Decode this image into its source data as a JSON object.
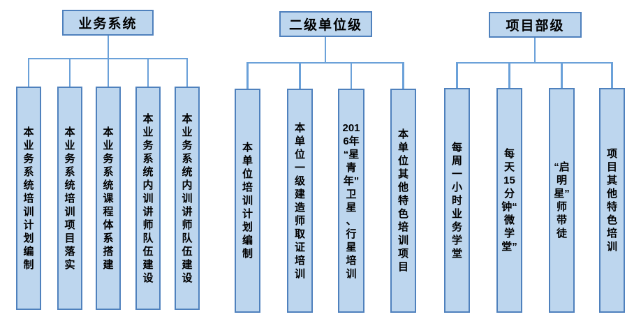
{
  "diagram_title": "",
  "colors": {
    "box_fill": "#bdd6ee",
    "box_border": "#4f81bd",
    "connector": "#6ba1d9",
    "text": "#000000",
    "background": "#ffffff"
  },
  "groups": [
    {
      "title": "业务系统",
      "items": [
        "本业务系统培训计划编制",
        "本业务系统培训项目落实",
        "本业务系统课程体系搭建",
        "本业务系统内训讲师队伍建设",
        "本业务系统内训讲师队伍建设"
      ]
    },
    {
      "title": "二级单位级",
      "items": [
        "本单位培训计划编制",
        "本单位一级建造师取证培训",
        "2016年“星青年”卫星、行星培训",
        "本单位其他特色培训项目"
      ]
    },
    {
      "title": "项目部级",
      "items": [
        "每周一小时业务学堂",
        "每天15分钟“微学堂”",
        "“启明星”师带徒",
        "项目其他特色培训"
      ]
    }
  ]
}
